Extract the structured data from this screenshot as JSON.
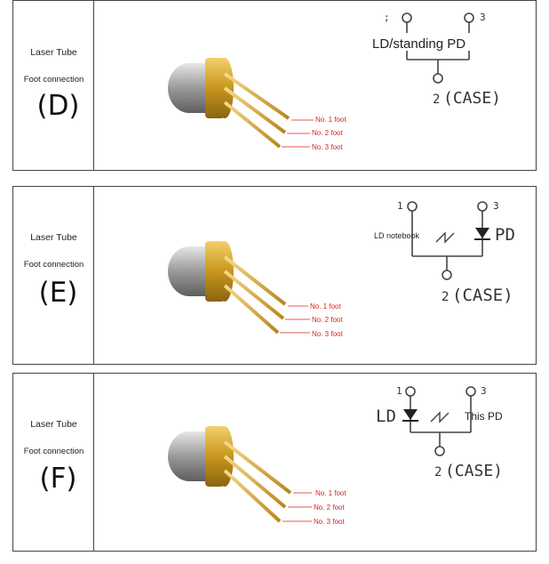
{
  "panels": [
    {
      "id": "D",
      "title": "Laser Tube",
      "subtitle": "Foot connection",
      "letter": "(D)",
      "pins": [
        "No. 1 foot",
        "No. 2 foot",
        "No. 3 foot"
      ],
      "schematic": {
        "pin1": ";",
        "pin3": "3",
        "case_pin": "2",
        "case_label": "(CASE)",
        "overlay": "LD/standing PD",
        "ld_label": "",
        "pd_label": ""
      }
    },
    {
      "id": "E",
      "title": "Laser Tube",
      "subtitle": "Foot connection",
      "letter": "(E)",
      "pins": [
        "No. 1 foot",
        "No. 2 foot",
        "No. 3 foot"
      ],
      "schematic": {
        "pin1": "1",
        "pin3": "3",
        "case_pin": "2",
        "case_label": "(CASE)",
        "overlay": "LD notebook",
        "ld_label": "",
        "pd_label": "PD"
      }
    },
    {
      "id": "F",
      "title": "Laser Tube",
      "subtitle": "Foot connection",
      "letter": "(F)",
      "pins": [
        "No. 1 foot",
        "No. 2 foot",
        "No. 3 foot"
      ],
      "schematic": {
        "pin1": "1",
        "pin3": "3",
        "case_pin": "2",
        "case_label": "(CASE)",
        "overlay": "This PD",
        "ld_label": "LD",
        "pd_label": ""
      }
    }
  ],
  "colors": {
    "border": "#444444",
    "pin_label": "#dd2222",
    "gold": "#d4a017",
    "metal": "#9a9a9a"
  }
}
